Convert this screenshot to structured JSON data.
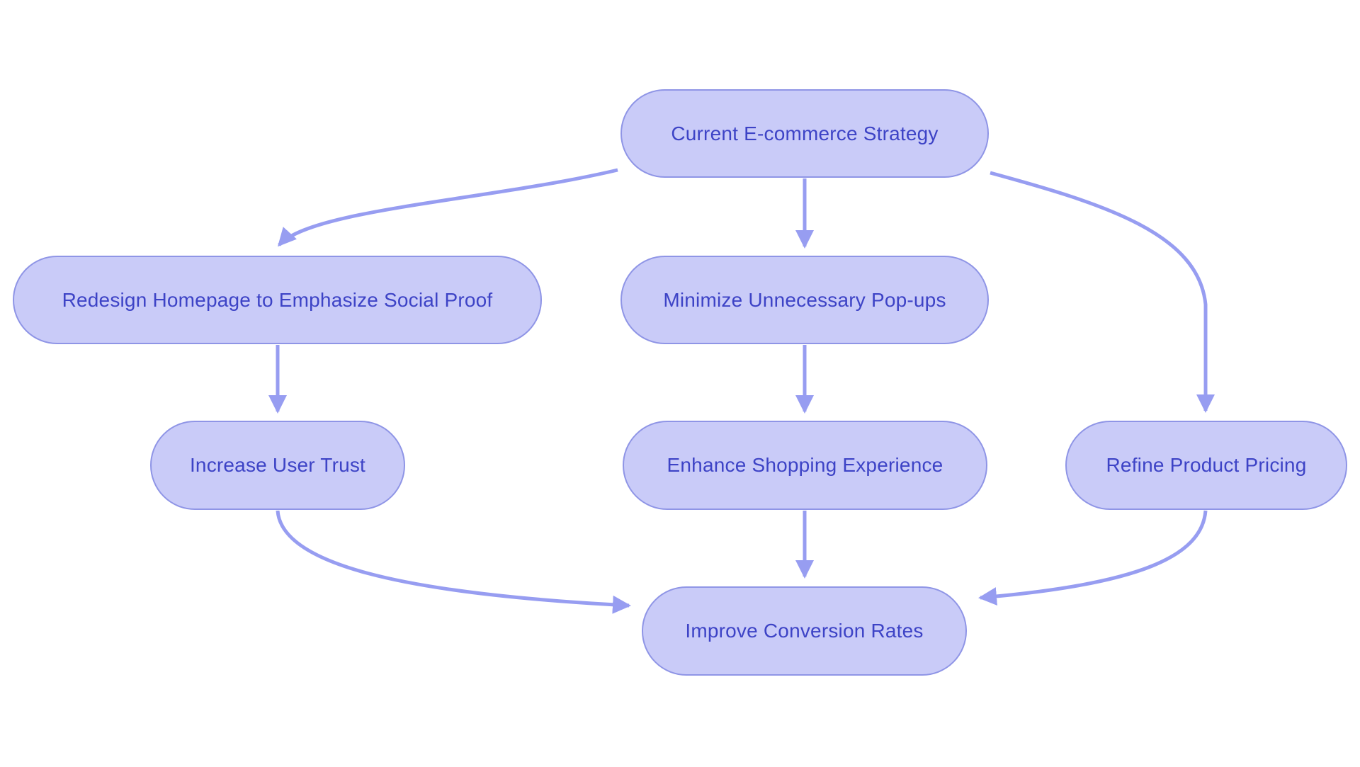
{
  "diagram": {
    "type": "flowchart",
    "background_color": "#ffffff",
    "colors": {
      "node_fill": "#c9cbf8",
      "node_border": "#8f95e6",
      "node_text": "#3d43c6",
      "edge": "#979df1"
    },
    "nodes": [
      {
        "id": "strategy",
        "label": "Current E-commerce Strategy"
      },
      {
        "id": "redesign",
        "label": "Redesign Homepage to Emphasize Social Proof"
      },
      {
        "id": "popups",
        "label": "Minimize Unnecessary Pop-ups"
      },
      {
        "id": "trust",
        "label": "Increase User Trust"
      },
      {
        "id": "shopping",
        "label": "Enhance Shopping Experience"
      },
      {
        "id": "pricing",
        "label": "Refine Product Pricing"
      },
      {
        "id": "conversion",
        "label": "Improve Conversion Rates"
      }
    ],
    "edges": [
      {
        "from": "strategy",
        "to": "redesign"
      },
      {
        "from": "strategy",
        "to": "popups"
      },
      {
        "from": "strategy",
        "to": "pricing"
      },
      {
        "from": "redesign",
        "to": "trust"
      },
      {
        "from": "popups",
        "to": "shopping"
      },
      {
        "from": "trust",
        "to": "conversion"
      },
      {
        "from": "shopping",
        "to": "conversion"
      },
      {
        "from": "pricing",
        "to": "conversion"
      }
    ]
  }
}
